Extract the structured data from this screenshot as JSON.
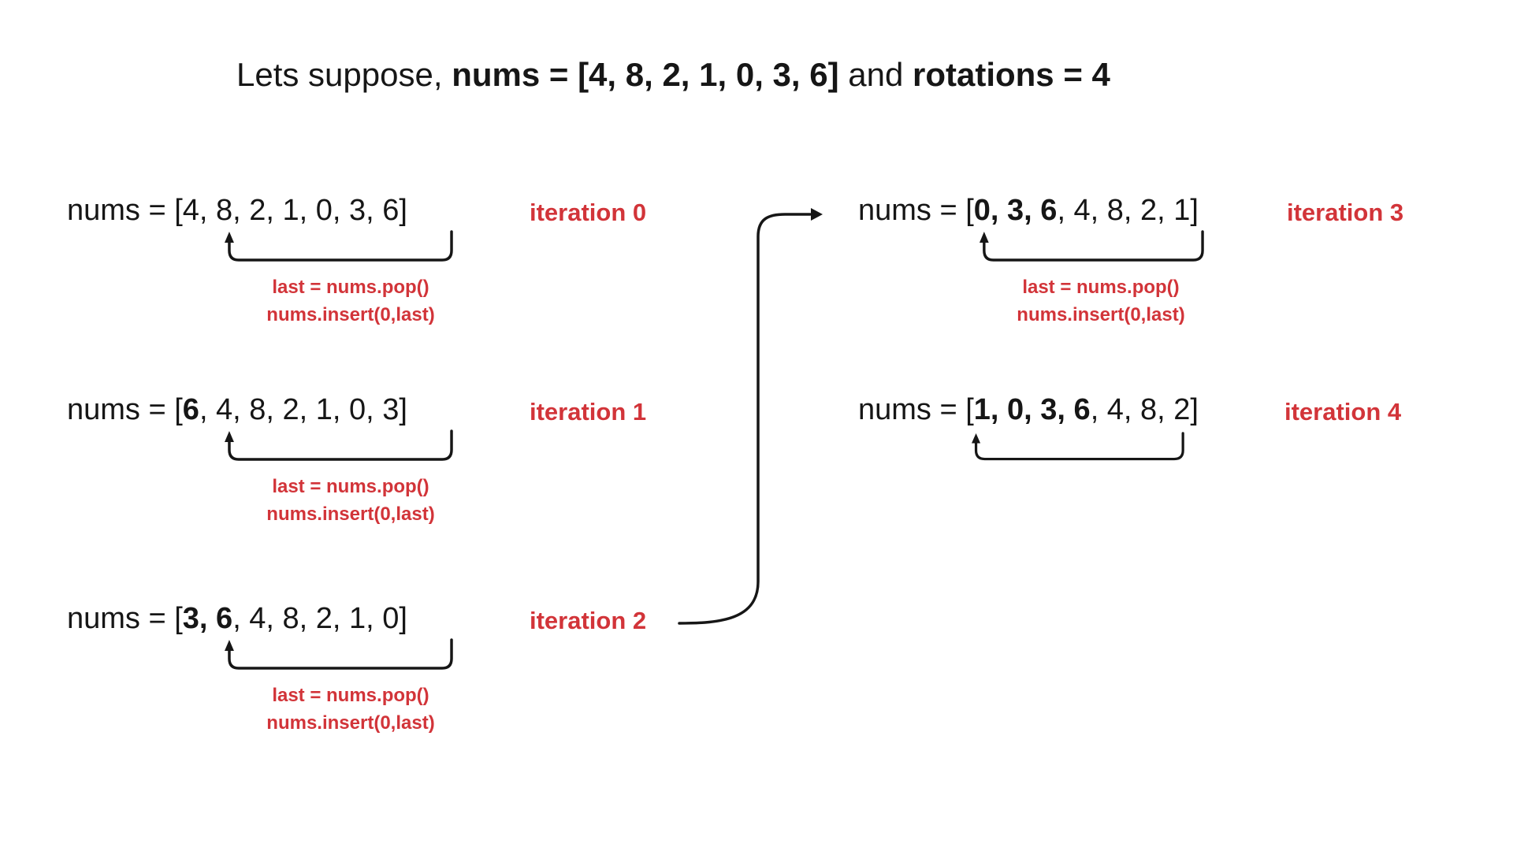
{
  "title": {
    "part1": "Lets suppose, ",
    "part2": "nums = [4, 8, 2, 1, 0, 3, 6]",
    "part3": " and ",
    "part4": "rotations = 4"
  },
  "colors": {
    "accent_red": "#d23439",
    "text_black": "#161616"
  },
  "code_lines": {
    "line1": "last = nums.pop()",
    "line2": "nums.insert(0,last)"
  },
  "rows": [
    {
      "prefix": "nums = [",
      "moved": "",
      "rest": "4, 8, 2, 1, 0, 3, 6]",
      "label": "iteration 0"
    },
    {
      "prefix": "nums = [",
      "moved": "6",
      "rest": ", 4, 8, 2, 1, 0, 3]",
      "label": "iteration 1"
    },
    {
      "prefix": "nums = [",
      "moved": "3, 6",
      "rest": ", 4, 8, 2, 1, 0]",
      "label": "iteration 2"
    },
    {
      "prefix": "nums = [",
      "moved": "0, 3, 6",
      "rest": ", 4, 8, 2, 1]",
      "label": "iteration 3"
    },
    {
      "prefix": "nums = [",
      "moved": "1, 0, 3, 6",
      "rest": ", 4, 8, 2]",
      "label": "iteration 4"
    }
  ]
}
